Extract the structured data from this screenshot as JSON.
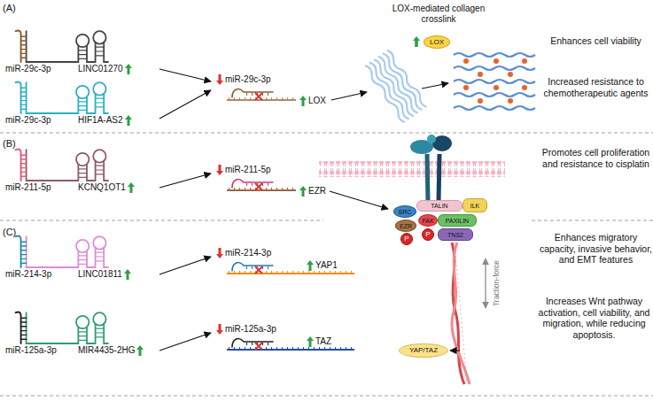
{
  "diagram": {
    "nodes": [
      {
        "text": [
          "LOX"
        ]
      },
      {
        "text": [
          "SRC"
        ]
      },
      {
        "text": [
          "TALIN"
        ]
      },
      {
        "text": [
          "ILK"
        ]
      },
      {
        "text": [
          "FAK"
        ]
      },
      {
        "text": [
          "PAXILIN"
        ]
      },
      {
        "text": [
          "EZR"
        ]
      },
      {
        "text": [
          "P"
        ]
      },
      {
        "text": [
          "P"
        ]
      },
      {
        "text": [
          "TNS2"
        ]
      },
      {
        "text": [
          "YAP/TAZ"
        ]
      }
    ],
    "labels": [
      "(A)",
      "miR-29c-3p",
      "LINC01270",
      "miR-29c-3p",
      "HIF1A-AS2",
      "miR-29c-3p",
      "LOX",
      "LOX-mediated collagen crosslink",
      "Enhances cell viability",
      "Increased resistance to chemotherapeutic agents",
      "(B)",
      "miR-211-5p",
      "KCNQ1OT1",
      "miR-211-5p",
      "EZR",
      "Promotes cell proliferation and resistance to cisplatin",
      "(C)",
      "miR-214-3p",
      "LINC01811",
      "miR-214-3p",
      "YAP1",
      "miR-125a-3p",
      "MIR4435-2HG",
      "miR-125a-3p",
      "TAZ",
      "Enhances migratory capacity, invasive behavior, and EMT features",
      "Traction-force",
      "Increases Wnt pathway activation, cell viability, and migration, while reducing apoptosis."
    ]
  }
}
